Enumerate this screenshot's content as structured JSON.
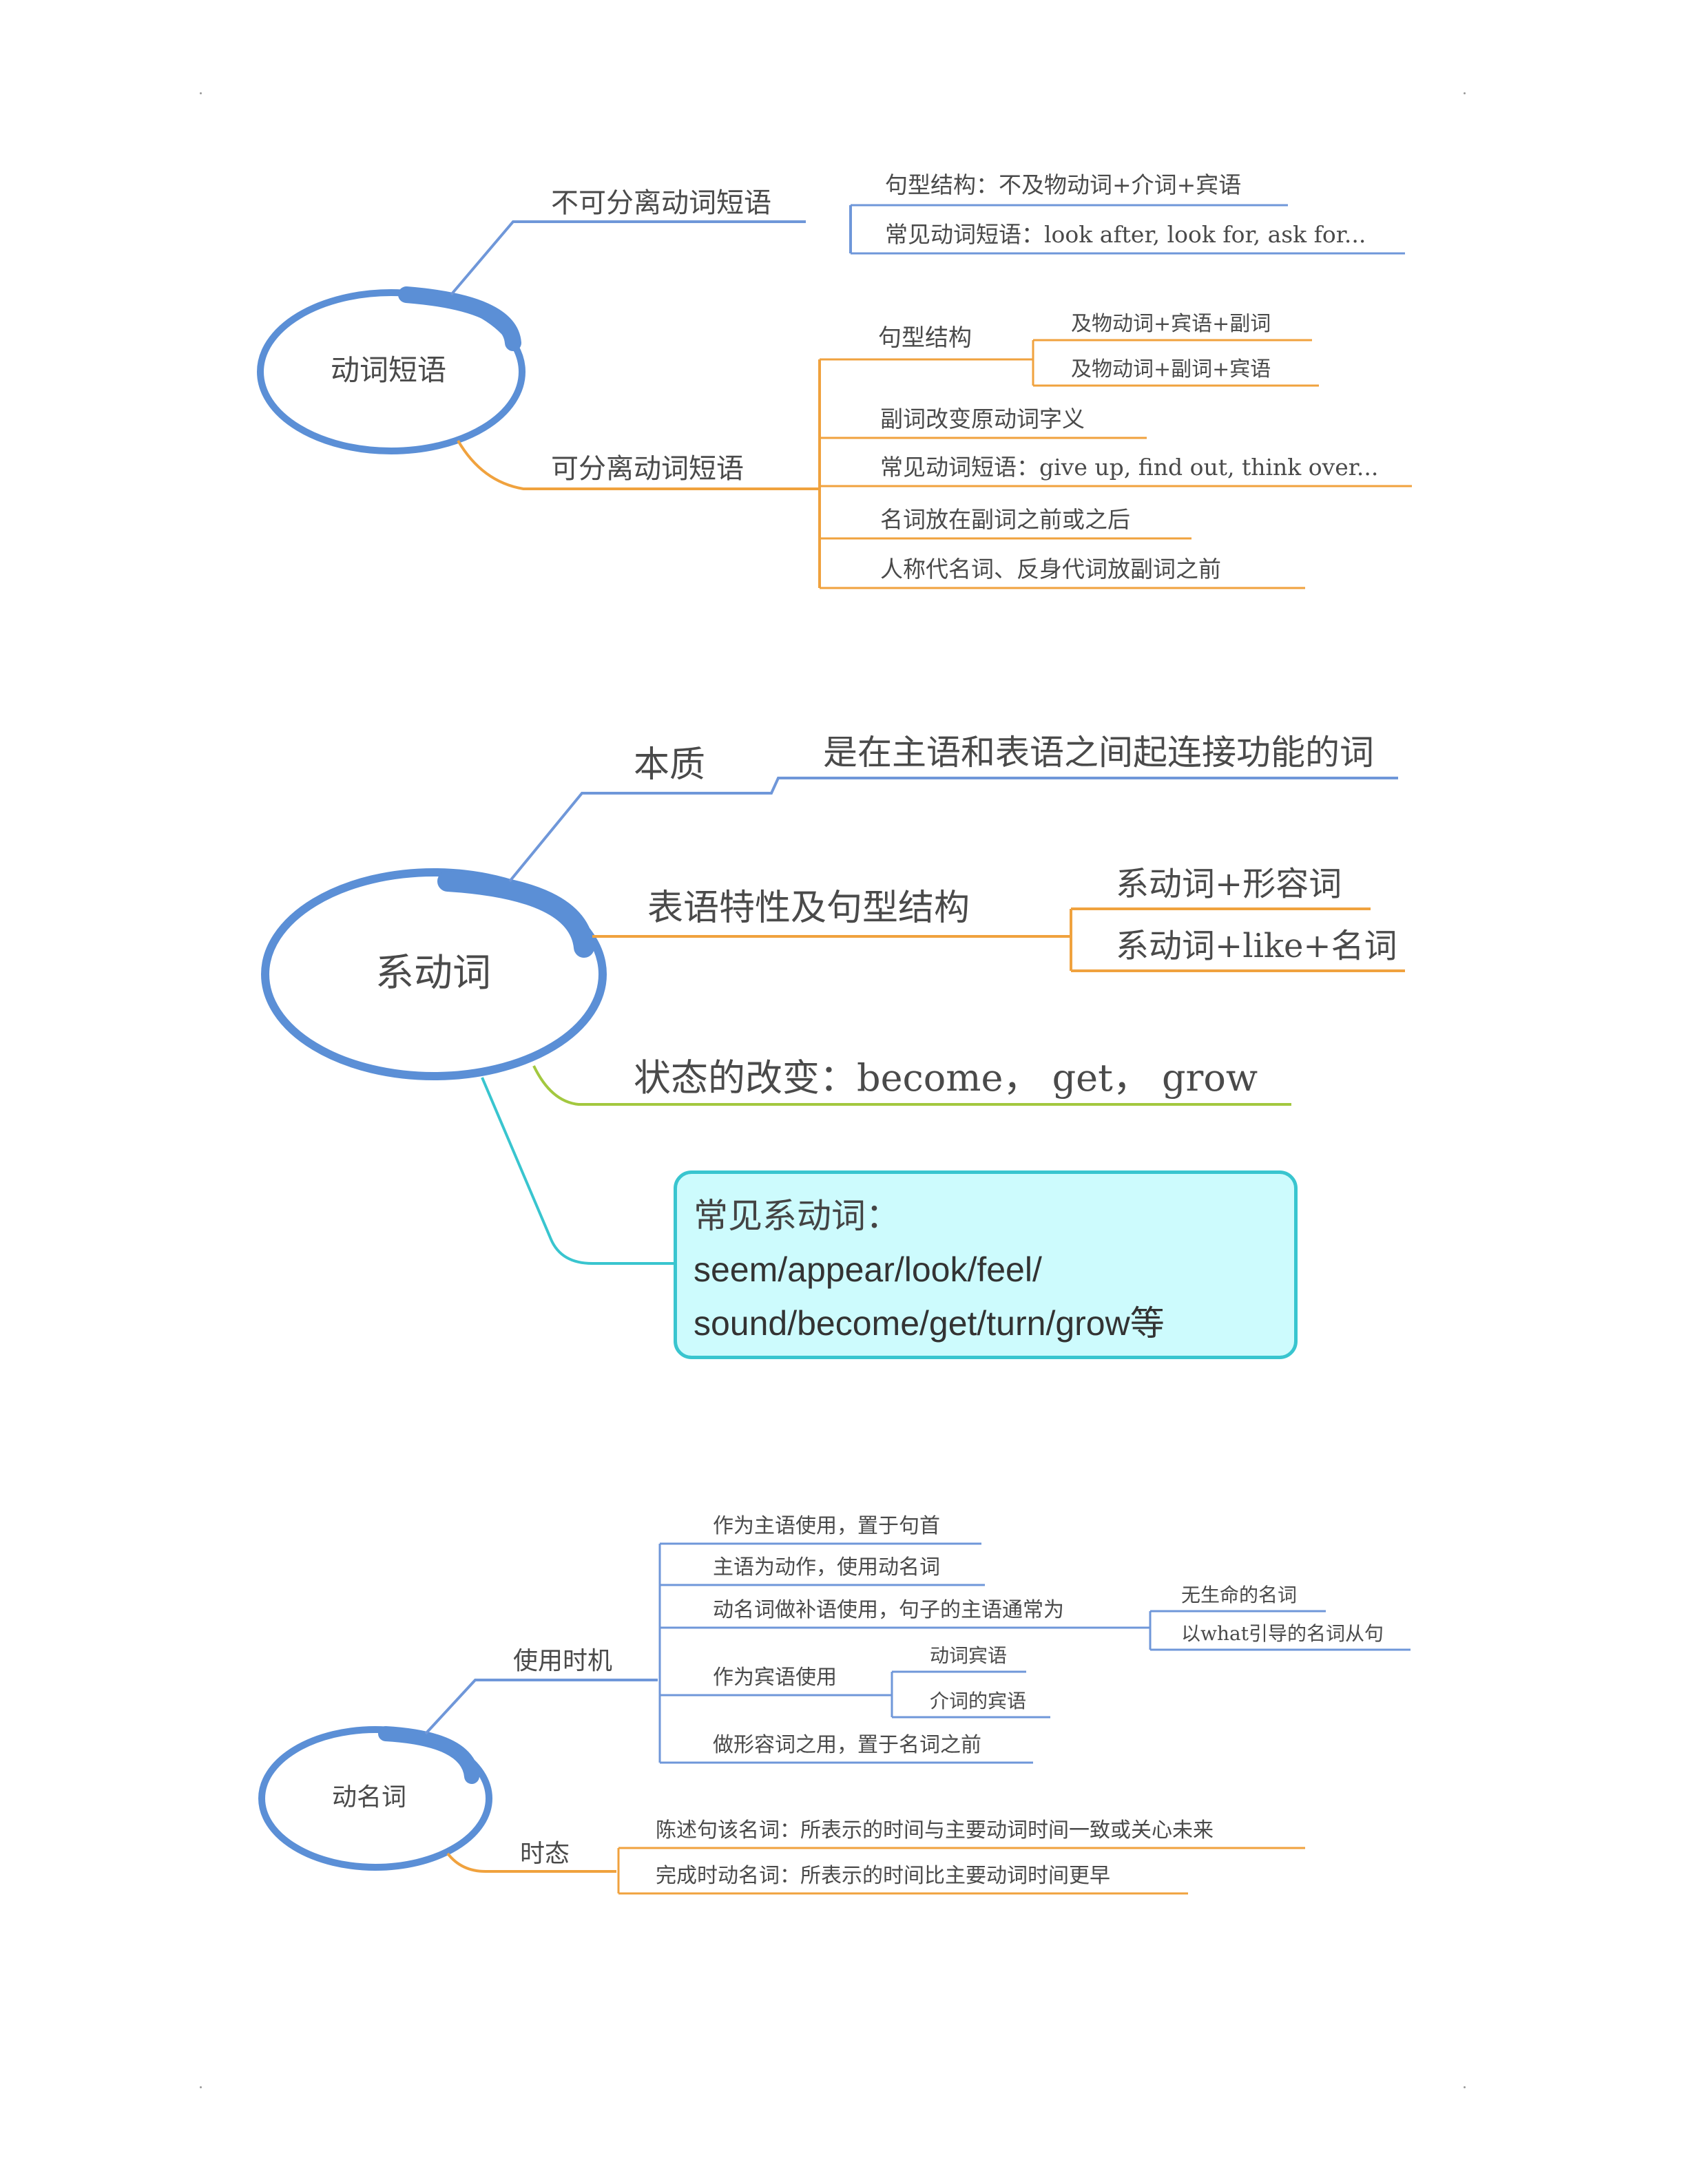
{
  "colors": {
    "blue": "#6f97d9",
    "orange": "#f0a23e",
    "green": "#a3c83f",
    "cyan": "#39c5cf",
    "node_ring": "#5b8fd6"
  },
  "map1": {
    "center": "动词短语",
    "branch1": {
      "label": "不可分离动词短语",
      "children": [
        "句型结构：不及物动词+介词+宾语",
        "常见动词短语：look after, look for, ask for..."
      ]
    },
    "branch2": {
      "label": "可分离动词短语",
      "sub": {
        "label": "句型结构",
        "children": [
          "及物动词+宾语+副词",
          "及物动词+副词+宾语"
        ]
      },
      "children": [
        "副词改变原动词字义",
        "常见动词短语：give up, find out, think over...",
        "名词放在副词之前或之后",
        "人称代名词、反身代词放副词之前"
      ]
    }
  },
  "map2": {
    "center": "系动词",
    "branch1": {
      "label": "本质",
      "child": "是在主语和表语之间起连接功能的词"
    },
    "branch2": {
      "label": "表语特性及句型结构",
      "children": [
        "系动词+形容词",
        "系动词+like+名词"
      ]
    },
    "branch3": {
      "label": "状态的改变：become，  get，  grow"
    },
    "callout": {
      "line1": "常见系动词：",
      "line2": "seem/appear/look/feel/",
      "line3": "sound/become/get/turn/grow等"
    }
  },
  "map3": {
    "center": "动名词",
    "branch1": {
      "label": "使用时机",
      "children": [
        "作为主语使用，置于句首",
        "主语为动作，使用动名词",
        "动名词做补语使用，句子的主语通常为",
        "作为宾语使用",
        "做形容词之用，置于名词之前"
      ],
      "complement_children": [
        "无生命的名词",
        "以what引导的名词从句"
      ],
      "object_children": [
        "动词宾语",
        "介词的宾语"
      ]
    },
    "branch2": {
      "label": "时态",
      "children": [
        "陈述句该名词：所表示的时间与主要动词时间一致或关心未来",
        "完成时动名词：所表示的时间比主要动词时间更早"
      ]
    }
  }
}
